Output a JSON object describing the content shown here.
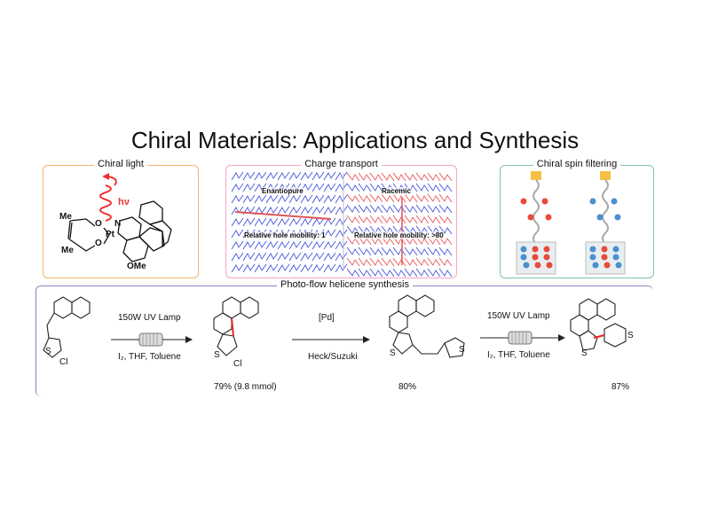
{
  "title": "Chiral Materials: Applications and Synthesis",
  "panels": {
    "chiral_light": {
      "label": "Chiral light",
      "hv": "hν",
      "atoms": {
        "me1": "Me",
        "me2": "Me",
        "o1": "O",
        "o2": "O",
        "pt": "Pt",
        "n": "N",
        "ome": "OMe"
      },
      "color": "#f5b46a"
    },
    "charge_transport": {
      "label": "Charge transport",
      "left_label": "Enantiopure",
      "right_label": "Racemic",
      "left_mobility": "Relative hole mobility: 1",
      "right_mobility": "Relative hole mobility: >80",
      "color": "#f2a6c6"
    },
    "spin_filtering": {
      "label": "Chiral spin filtering",
      "color": "#7cc2b6"
    }
  },
  "synthesis": {
    "label": "Photo-flow helicene synthesis",
    "color": "#8a84c4",
    "step1": {
      "above": "150W UV Lamp",
      "below": "I₂, THF, Toluene"
    },
    "step2": {
      "above": "[Pd]",
      "below": "Heck/Suzuki"
    },
    "step3": {
      "above": "150W UV Lamp",
      "below": "I₂, THF, Toluene"
    },
    "yields": [
      "79% (9.8 mmol)",
      "80%",
      "87%"
    ],
    "atoms": {
      "s1": "S",
      "cl1": "Cl",
      "s2": "S",
      "cl2": "Cl",
      "s3": "S",
      "s4": "S",
      "s5": "S",
      "s6": "S"
    }
  }
}
